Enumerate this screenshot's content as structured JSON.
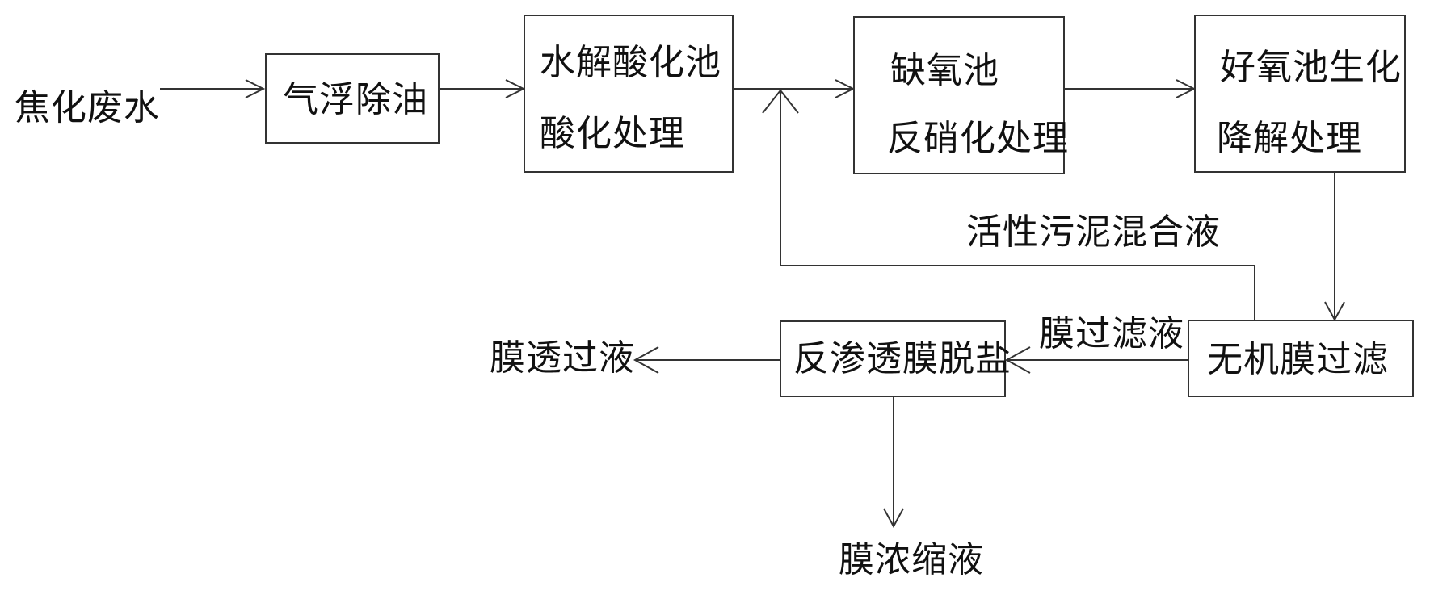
{
  "diagram": {
    "line_color": "#333333",
    "text_color": "#111111",
    "source": "焦化废水",
    "nodes": {
      "flotation": "气浮除油",
      "hydrolysis": [
        "水解酸化池",
        "酸化处理"
      ],
      "anoxic": [
        "缺氧池",
        "反硝化处理"
      ],
      "aerobic": [
        "好氧池生化",
        "降解处理"
      ],
      "inorganic_membrane": "无机膜过滤",
      "reverse_osmosis": "反渗透膜脱盐"
    },
    "edge_labels": {
      "sludge_return": "活性污泥混合液",
      "membrane_filtrate": "膜过滤液"
    },
    "outputs": {
      "permeate": "膜透过液",
      "concentrate": "膜浓缩液"
    }
  }
}
